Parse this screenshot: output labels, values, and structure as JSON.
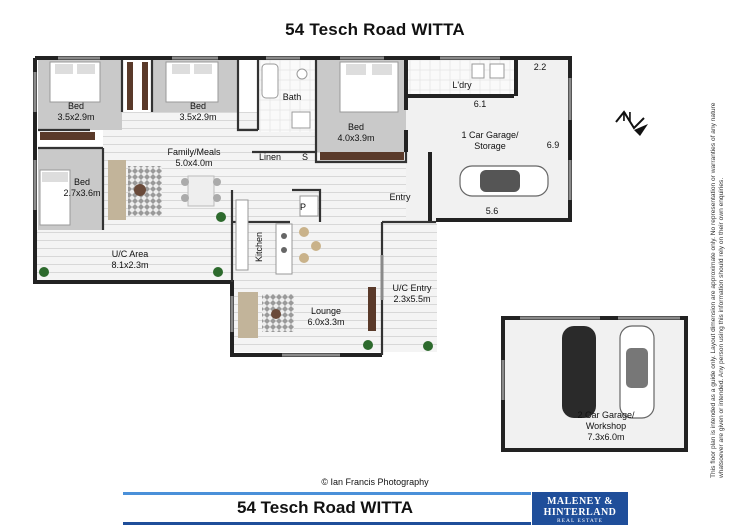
{
  "header": {
    "title": "54 Tesch Road WITTA"
  },
  "rooms": {
    "bed1": {
      "name": "Bed",
      "size": "3.5x2.9m"
    },
    "bed2": {
      "name": "Bed",
      "size": "3.5x2.9m"
    },
    "bath": {
      "name": "Bath"
    },
    "bed3": {
      "name": "Bed",
      "size": "4.0x3.9m"
    },
    "laundry": {
      "name": "L'dry"
    },
    "dim_2_2": "2.2",
    "dim_6_1": "6.1",
    "garage1": {
      "name1": "1 Car Garage/",
      "name2": "Storage"
    },
    "dim_6_9": "6.9",
    "dim_5_6": "5.6",
    "family": {
      "name": "Family/Meals",
      "size": "5.0x4.0m"
    },
    "bed4": {
      "name": "Bed",
      "size": "2.7x3.6m"
    },
    "linen": "Linen",
    "s": "S",
    "entry": "Entry",
    "pantry": "P",
    "kitchen": "Kitchen",
    "uc_area": {
      "name": "U/C Area",
      "size": "8.1x2.3m"
    },
    "lounge": {
      "name": "Lounge",
      "size": "6.0x3.3m"
    },
    "uc_entry": {
      "name": "U/C Entry",
      "size": "2.3x5.5m"
    },
    "garage2": {
      "name1": "2 Car Garage/",
      "name2": "Workshop",
      "size": "7.3x6.0m"
    }
  },
  "north_label": "N",
  "disclaimer": "This floor plan is intended as a guide only. Layout dimension are approximate only. No representation or warranties of any nature whatsoever are given or intended. Any person using this information should rely on their own enquiries.",
  "footer": {
    "copyright": "© Ian Francis Photography",
    "title": "54 Tesch Road WITTA",
    "agent_line1": "MALENEY &",
    "agent_line2": "HINTERLAND",
    "agent_line3": "REAL ESTATE"
  }
}
